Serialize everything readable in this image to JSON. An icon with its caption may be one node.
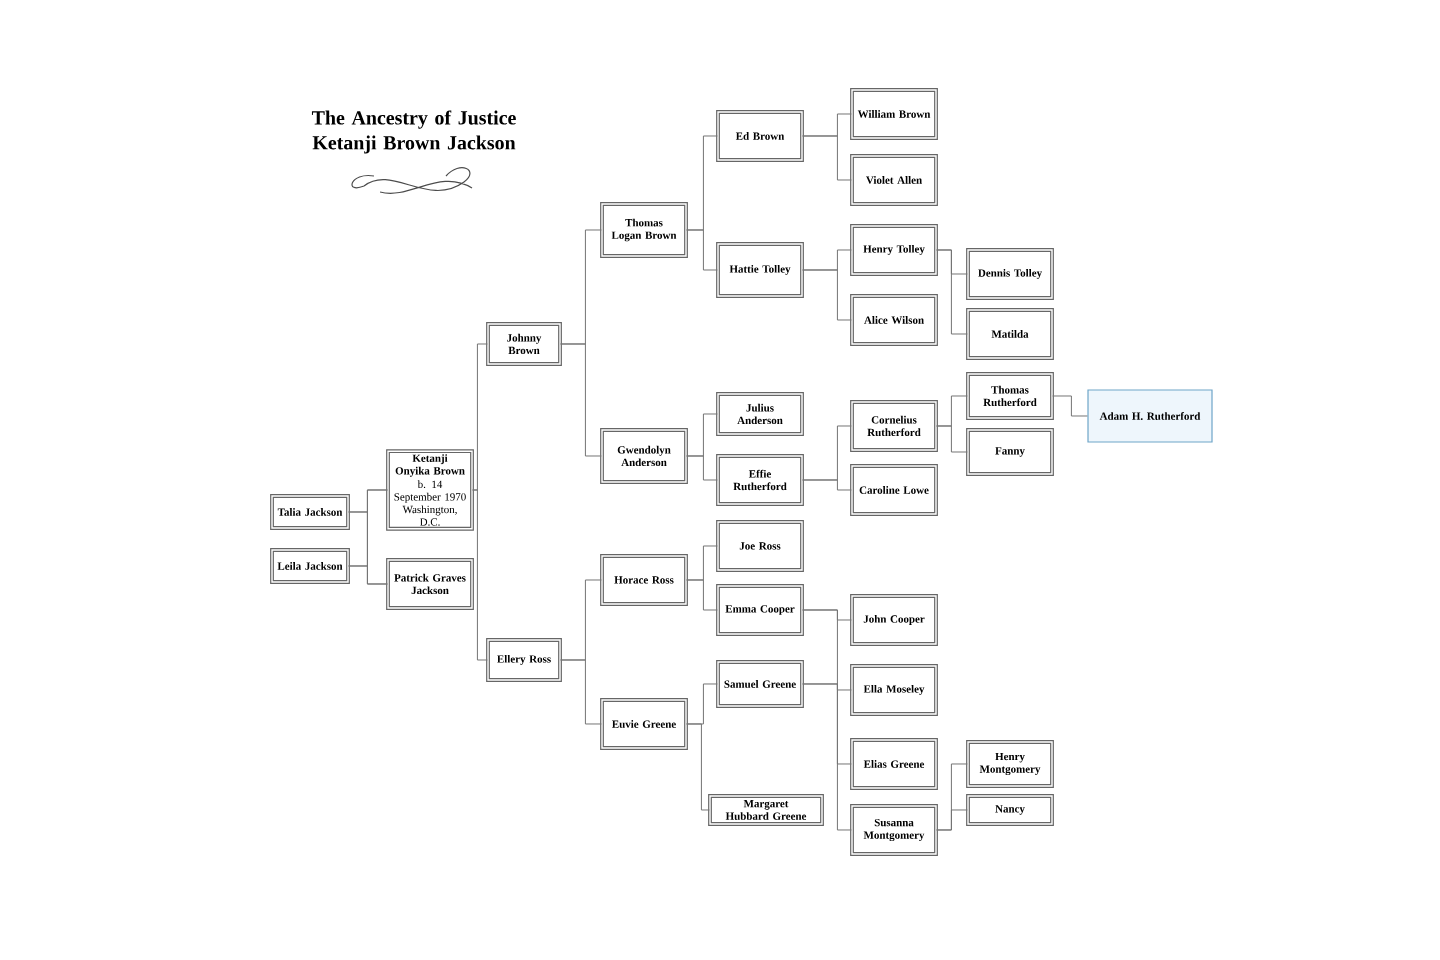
{
  "diagram": {
    "title": "The Ancestry of Justice Ketanji Brown Jackson",
    "nodes": [
      {
        "text": [
          "Talia Jackson"
        ]
      },
      {
        "text": [
          "Leila Jackson"
        ]
      },
      {
        "text": [
          "Ketanji Onyika Brown",
          "b. 14 September 1970 Washington, D.C."
        ]
      },
      {
        "text": [
          "Patrick Graves Jackson"
        ]
      },
      {
        "text": [
          "Johnny Brown"
        ]
      },
      {
        "text": [
          "Ellery Ross"
        ]
      },
      {
        "text": [
          "Thomas Logan Brown"
        ]
      },
      {
        "text": [
          "Gwendolyn Anderson"
        ]
      },
      {
        "text": [
          "Horace Ross"
        ]
      },
      {
        "text": [
          "Euvie Greene"
        ]
      },
      {
        "text": [
          "Ed Brown"
        ]
      },
      {
        "text": [
          "Hattie Tolley"
        ]
      },
      {
        "text": [
          "Julius Anderson"
        ]
      },
      {
        "text": [
          "Effie Rutherford"
        ]
      },
      {
        "text": [
          "Joe Ross"
        ]
      },
      {
        "text": [
          "Emma Cooper"
        ]
      },
      {
        "text": [
          "Samuel Greene"
        ]
      },
      {
        "text": [
          "Margaret Hubbard Greene"
        ]
      },
      {
        "text": [
          "William Brown"
        ]
      },
      {
        "text": [
          "Violet Allen"
        ]
      },
      {
        "text": [
          "Henry Tolley"
        ]
      },
      {
        "text": [
          "Alice Wilson"
        ]
      },
      {
        "text": [
          "Cornelius Rutherford"
        ]
      },
      {
        "text": [
          "Caroline Lowe"
        ]
      },
      {
        "text": [
          "John Cooper"
        ]
      },
      {
        "text": [
          "Ella Moseley"
        ]
      },
      {
        "text": [
          "Elias Greene"
        ]
      },
      {
        "text": [
          "Susanna Montgomery"
        ]
      },
      {
        "text": [
          "Dennis Tolley"
        ]
      },
      {
        "text": [
          "Matilda"
        ]
      },
      {
        "text": [
          "Thomas Rutherford"
        ]
      },
      {
        "text": [
          "Fanny"
        ]
      },
      {
        "text": [
          "Adam H. Rutherford"
        ]
      },
      {
        "text": [
          "Henry Montgomery"
        ]
      },
      {
        "text": [
          "Nancy"
        ]
      }
    ],
    "edges": [
      {
        "from": 0,
        "to": 2,
        "arrow": "none"
      },
      {
        "from": 0,
        "to": 3,
        "arrow": "none"
      },
      {
        "from": 1,
        "to": 2,
        "arrow": "none"
      },
      {
        "from": 1,
        "to": 3,
        "arrow": "none"
      },
      {
        "from": 2,
        "to": 4,
        "arrow": "none"
      },
      {
        "from": 2,
        "to": 5,
        "arrow": "none"
      },
      {
        "from": 4,
        "to": 6,
        "arrow": "none"
      },
      {
        "from": 4,
        "to": 7,
        "arrow": "none"
      },
      {
        "from": 5,
        "to": 8,
        "arrow": "none"
      },
      {
        "from": 5,
        "to": 9,
        "arrow": "none"
      },
      {
        "from": 6,
        "to": 10,
        "arrow": "none"
      },
      {
        "from": 6,
        "to": 11,
        "arrow": "none"
      },
      {
        "from": 7,
        "to": 12,
        "arrow": "none"
      },
      {
        "from": 7,
        "to": 13,
        "arrow": "none"
      },
      {
        "from": 8,
        "to": 14,
        "arrow": "none"
      },
      {
        "from": 8,
        "to": 15,
        "arrow": "none"
      },
      {
        "from": 9,
        "to": 16,
        "arrow": "none"
      },
      {
        "from": 9,
        "to": 17,
        "arrow": "none"
      },
      {
        "from": 10,
        "to": 18,
        "arrow": "none"
      },
      {
        "from": 10,
        "to": 19,
        "arrow": "none"
      },
      {
        "from": 11,
        "to": 20,
        "arrow": "none"
      },
      {
        "from": 11,
        "to": 21,
        "arrow": "none"
      },
      {
        "from": 13,
        "to": 22,
        "arrow": "none"
      },
      {
        "from": 13,
        "to": 23,
        "arrow": "none"
      },
      {
        "from": 15,
        "to": 24,
        "arrow": "none"
      },
      {
        "from": 15,
        "to": 25,
        "arrow": "none"
      },
      {
        "from": 16,
        "to": 26,
        "arrow": "none"
      },
      {
        "from": 16,
        "to": 27,
        "arrow": "none"
      },
      {
        "from": 20,
        "to": 28,
        "arrow": "none"
      },
      {
        "from": 20,
        "to": 29,
        "arrow": "none"
      },
      {
        "from": 22,
        "to": 30,
        "arrow": "none"
      },
      {
        "from": 22,
        "to": 31,
        "arrow": "none"
      },
      {
        "from": 30,
        "to": 32,
        "arrow": "none"
      },
      {
        "from": 27,
        "to": 33,
        "arrow": "none"
      },
      {
        "from": 27,
        "to": 34,
        "arrow": "none"
      }
    ]
  }
}
